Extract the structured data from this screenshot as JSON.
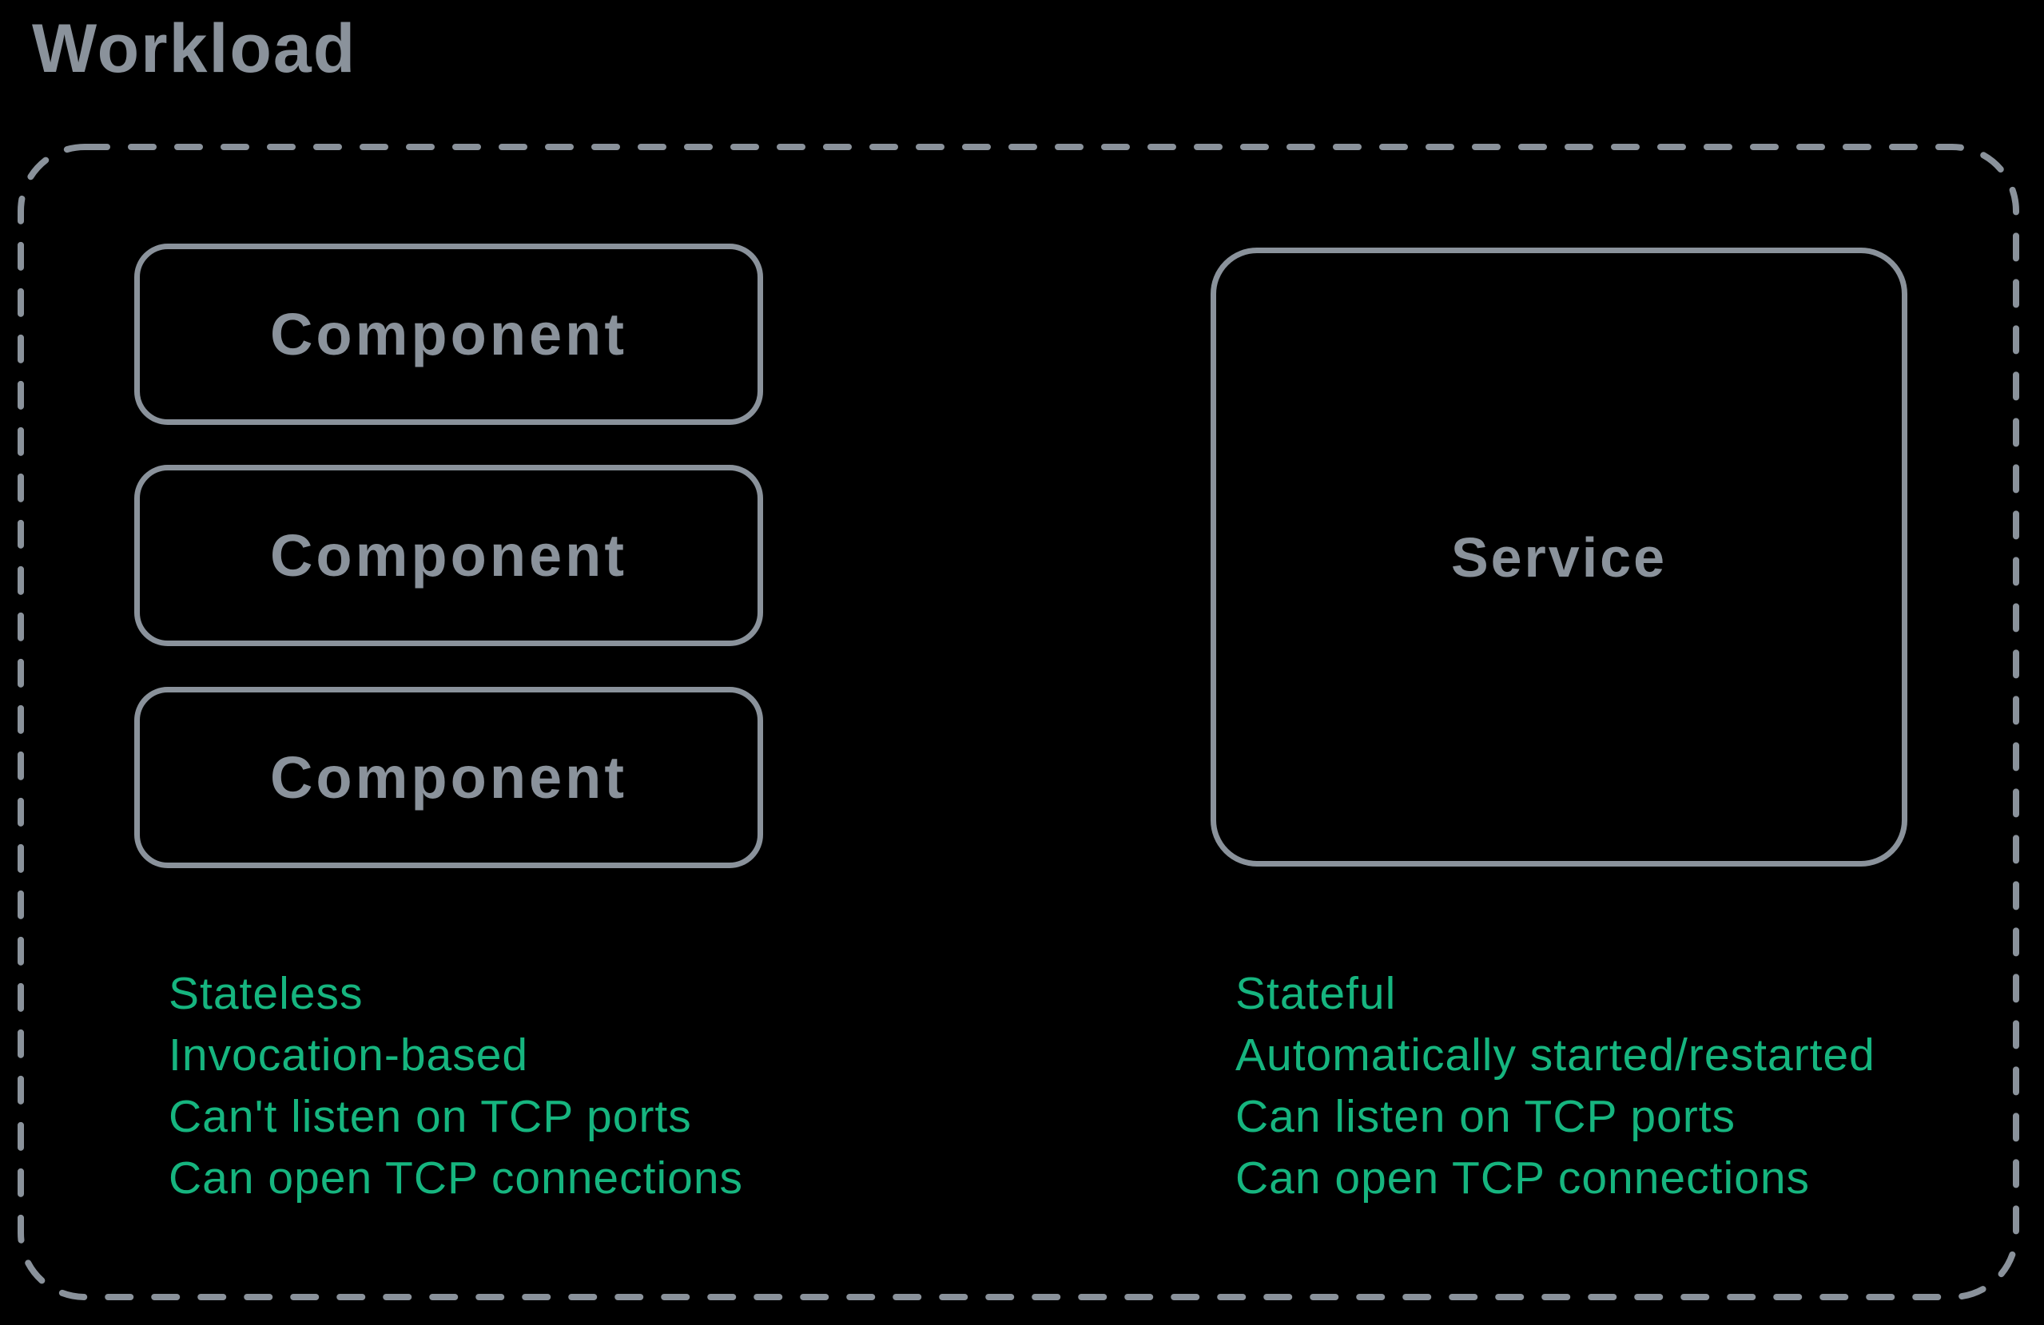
{
  "title": "Workload",
  "colors": {
    "background": "#000000",
    "outline_gray": "#8a929b",
    "note_green": "#16b57f"
  },
  "components": [
    {
      "label": "Component"
    },
    {
      "label": "Component"
    },
    {
      "label": "Component"
    }
  ],
  "service": {
    "label": "Service"
  },
  "component_notes": [
    "Stateless",
    "Invocation-based",
    "Can't listen on TCP ports",
    "Can open TCP connections"
  ],
  "service_notes": [
    "Stateful",
    "Automatically started/restarted",
    "Can listen on TCP ports",
    "Can open TCP connections"
  ]
}
